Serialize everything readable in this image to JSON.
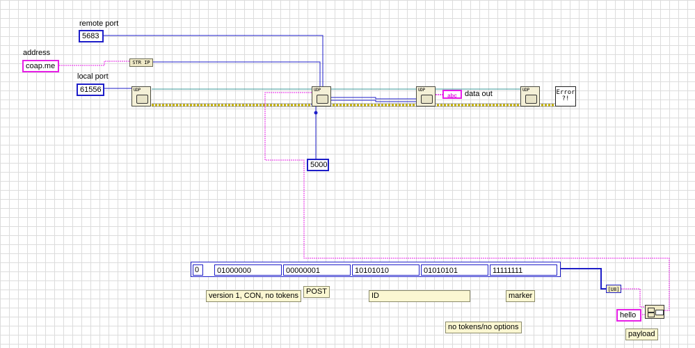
{
  "controls": {
    "remote_port": {
      "label": "remote port",
      "value": "5683"
    },
    "address": {
      "label": "address",
      "value": "coap.me"
    },
    "local_port": {
      "label": "local port",
      "value": "61556"
    },
    "timeout": {
      "value": "5000"
    },
    "payload": {
      "label": "payload",
      "value": "hello"
    }
  },
  "nodes": {
    "str_ip": "STR IP",
    "udp": "UDP",
    "data_out": "data out",
    "data_out_icon": "abc",
    "error_icon": "Error ?!",
    "u8": "[U8]"
  },
  "array": {
    "index": "0",
    "elements": [
      "01000000",
      "00000001",
      "10101010",
      "01010101",
      "11111111"
    ]
  },
  "notes": {
    "version": "version 1, CON, no tokens",
    "post": "POST",
    "id": "ID",
    "marker": "marker",
    "options": "no tokens/no options"
  },
  "colors": {
    "numeric_wire": "#1d1dc8",
    "string_wire": "#e61ee6",
    "refnum_wire": "#3a9a9a",
    "error_wire": "#c8b400"
  }
}
